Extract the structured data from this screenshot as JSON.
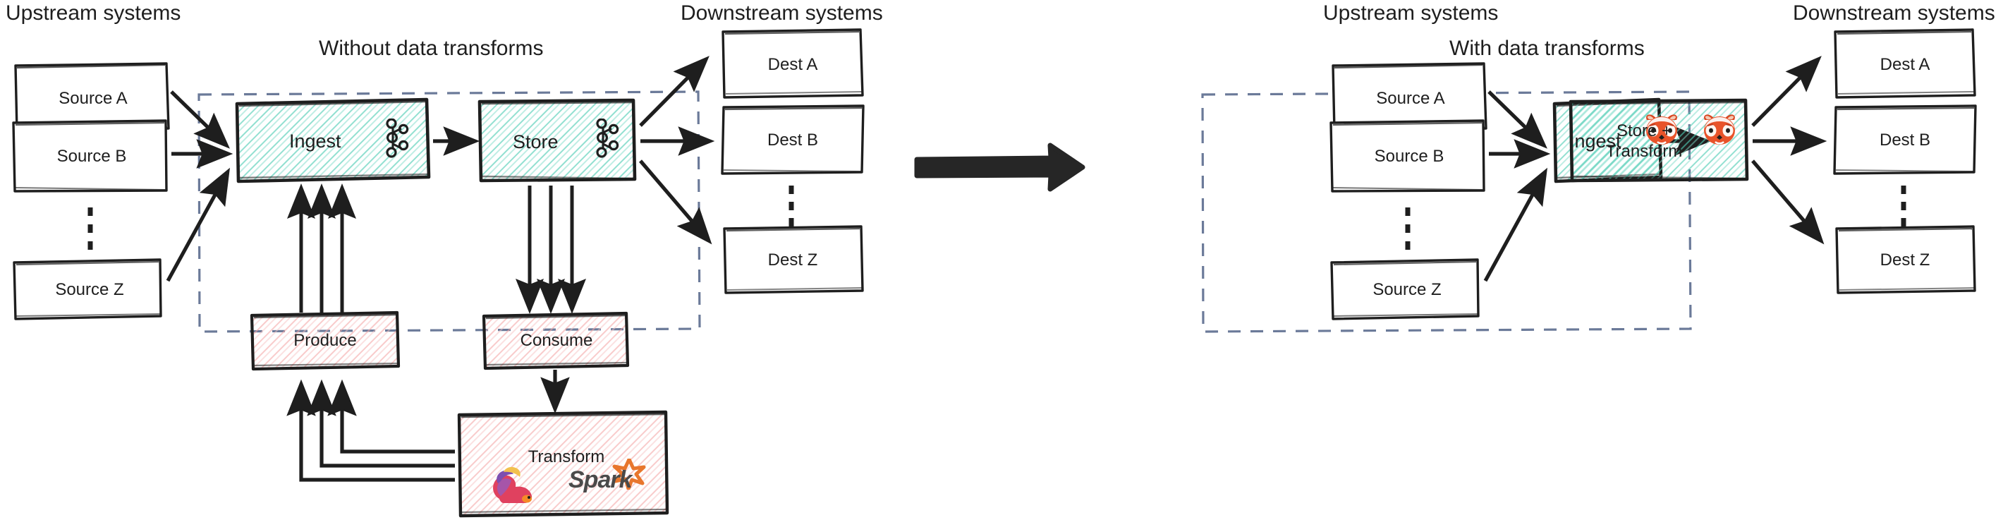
{
  "diagram": {
    "type": "architecture-comparison",
    "title_left": "Without data transforms",
    "title_right": "With data transforms",
    "colors": {
      "stroke": "#1e1e1e",
      "teal_hatch": "#4ecdb4",
      "red_hatch": "#f2a0a0",
      "dashed_boundary": "#6b7a99",
      "spark_orange": "#e25a1c",
      "redpanda_red": "#e03c28"
    }
  },
  "left_panel": {
    "title": "Without data transforms",
    "upstream_heading": "Upstream systems",
    "downstream_heading": "Downstream systems",
    "sources": [
      {
        "label": "Source A"
      },
      {
        "label": "Source B"
      },
      {
        "label": "Source Z"
      }
    ],
    "source_ellipsis": "vertical-dots",
    "pipeline": [
      {
        "label": "Ingest",
        "icon": "apache-kafka-icon",
        "fill": "teal"
      },
      {
        "label": "Store",
        "icon": "apache-kafka-icon",
        "fill": "teal"
      }
    ],
    "external_nodes": [
      {
        "label": "Produce",
        "fill": "red"
      },
      {
        "label": "Consume",
        "fill": "red"
      },
      {
        "label": "Transform",
        "fill": "red",
        "icons": [
          "apache-flink-icon",
          "apache-spark-icon"
        ]
      }
    ],
    "transform_icon_labels": {
      "flink": "Apache Flink",
      "spark": "Spark"
    },
    "destinations": [
      {
        "label": "Dest A"
      },
      {
        "label": "Dest B"
      },
      {
        "label": "Dest Z"
      }
    ],
    "destination_ellipsis": "vertical-dots"
  },
  "transition": {
    "icon": "big-right-arrow-icon"
  },
  "right_panel": {
    "title": "With data transforms",
    "upstream_heading": "Upstream systems",
    "downstream_heading": "Downstream systems",
    "sources": [
      {
        "label": "Source A"
      },
      {
        "label": "Source B"
      },
      {
        "label": "Source Z"
      }
    ],
    "source_ellipsis": "vertical-dots",
    "pipeline": [
      {
        "label": "Ingest",
        "icon": "redpanda-icon",
        "fill": "teal"
      },
      {
        "label": "Store +\nTransform",
        "icon": "redpanda-icon",
        "fill": "teal"
      }
    ],
    "destinations": [
      {
        "label": "Dest A"
      },
      {
        "label": "Dest B"
      },
      {
        "label": "Dest Z"
      }
    ],
    "destination_ellipsis": "vertical-dots"
  }
}
